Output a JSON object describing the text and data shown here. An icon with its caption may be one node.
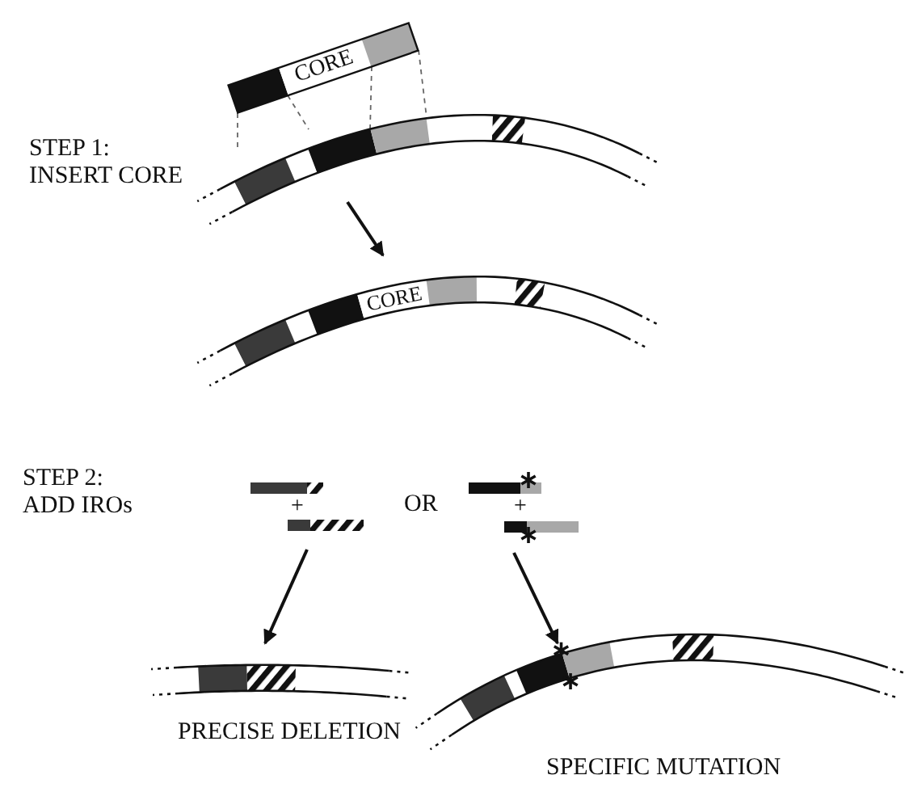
{
  "diagram": {
    "nodes": [
      {
        "text": [
          "CORE"
        ]
      },
      {
        "text": [],
        "shape": "bar"
      },
      {
        "text": [
          "CORE"
        ]
      },
      {
        "text": [
          "+"
        ]
      },
      {
        "text": [
          "+"
        ]
      },
      {
        "text": [],
        "shape": "bar",
        "beside": [
          "PRECISE DELETION"
        ]
      },
      {
        "text": [],
        "shape": "bar",
        "beside": [
          "SPECIFIC MUTATION"
        ]
      }
    ],
    "edges": [
      {
        "from": 0,
        "to": 1,
        "arrow": "none",
        "style": "dashed"
      },
      {
        "from": 0,
        "to": 1,
        "arrow": "none",
        "style": "dashed"
      },
      {
        "from": 0,
        "to": 1,
        "arrow": "none",
        "style": "dashed"
      },
      {
        "from": 0,
        "to": 1,
        "arrow": "none",
        "style": "dashed"
      },
      {
        "from": 1,
        "to": 2,
        "arrow": "to"
      },
      {
        "from": 3,
        "to": 5,
        "arrow": "to"
      },
      {
        "from": 4,
        "to": 6,
        "arrow": "to"
      }
    ],
    "labels": [
      "STEP 1: INSERT CORE",
      "STEP 2: ADD IROs",
      "OR"
    ]
  }
}
